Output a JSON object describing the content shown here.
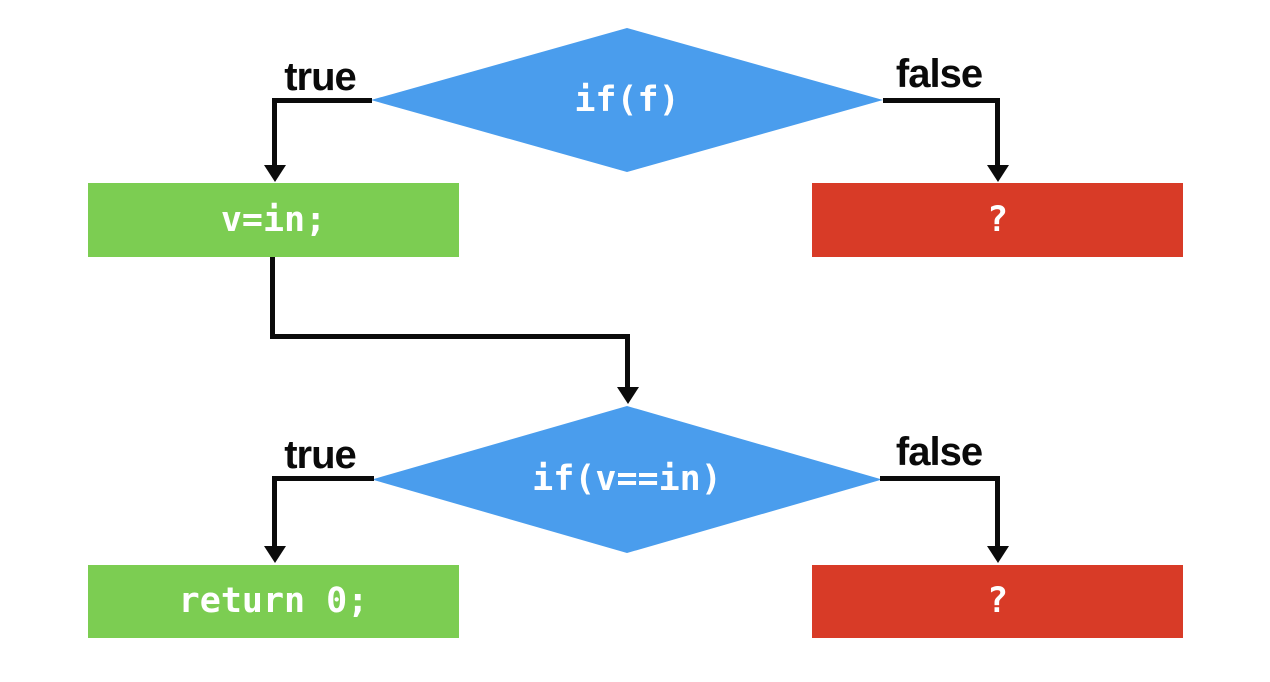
{
  "diagram": {
    "type": "flowchart",
    "colors": {
      "decision": "#4a9ded",
      "true_branch": "#7ccd52",
      "false_branch": "#d83b27",
      "line": "#0b0b0b",
      "label": "#0a0a0a",
      "node_text": "#ffffff"
    },
    "decisions": [
      {
        "label": "if(f)",
        "true_label": "true",
        "false_label": "false"
      },
      {
        "label": "if(v==in)",
        "true_label": "true",
        "false_label": "false"
      }
    ],
    "boxes": [
      {
        "label": "v=in;",
        "kind": "true"
      },
      {
        "label": "?",
        "kind": "false"
      },
      {
        "label": "return 0;",
        "kind": "true"
      },
      {
        "label": "?",
        "kind": "false"
      }
    ]
  }
}
